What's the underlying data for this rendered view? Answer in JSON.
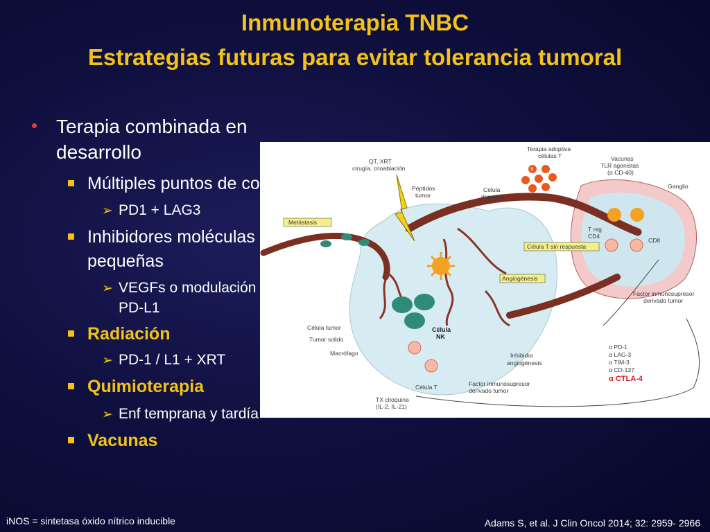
{
  "title": {
    "line1": "Inmunoterapia TNBC",
    "line2": "Estrategias futuras  para evitar tolerancia tumoral"
  },
  "bullets": {
    "main_l1": "Terapia combinada en",
    "main_l2": "desarrollo",
    "multiples": "Múltiples puntos de control",
    "pd1_lag3": "PD1 + LAG3",
    "inhibidores_l1": "Inhibidores moléculas",
    "inhibidores_l2": "pequeñas",
    "vegf_l1": "VEGFs o modulación iNOS +",
    "vegf_l2": "PD-L1",
    "radiacion": "Radiación",
    "pd1_l1_xrt": "PD-1 / L1 + XRT",
    "quimioterapia": "Quimioterapia",
    "enf": "Enf  temprana y tardía",
    "vacunas": "Vacunas"
  },
  "footer": {
    "note": "iNOS = sintetasa óxido nítrico inducible",
    "reference": "Adams S, et al. J Clin Oncol 2014; 32: 2959- 2966"
  },
  "diagram": {
    "qt_xrt_l1": "QT, XRT",
    "qt_xrt_l2": "cirugía, crioablación",
    "terapia_l1": "Terapia adoptiva",
    "terapia_l2": "células T",
    "vacunas_l1": "Vacunas",
    "vacunas_l2": "TLR agonistas",
    "vacunas_l3": "(α CD-40)",
    "ganglio": "Ganglio",
    "peptidos_l1": "Péptidos",
    "peptidos_l2": "tumor",
    "celula_dendrica_l1": "Célula",
    "celula_dendrica_l2": "dendrica",
    "metastasis": "Metástasis",
    "treg_l1": "T reg",
    "treg_l2": "CD4",
    "cd8": "CD8",
    "sin_respuesta": "Célula T sin respuesta",
    "angiogenesis": "Angiogénesis",
    "factor_ganglio_l1": "Factor inmunosupresor",
    "factor_ganglio_l2": "derivado tumor",
    "celula_tumor": "Célula tumor",
    "tumor_solido": "Tumor solido",
    "macrofago": "Macrófago",
    "celula_nk_l1": "Célula",
    "celula_nk_l2": "NK",
    "inhibidor_l1": "Inhibidor",
    "inhibidor_l2": "angiogénesis",
    "celula_t": "Célula T",
    "factor_tumor_l1": "Factor inmunosupresor",
    "factor_tumor_l2": "derivado tumor",
    "tx_l1": "TX citoquina",
    "tx_l2": "(IL-2, IL-21)",
    "pd1": "α PD-1",
    "lag3": "α LAG-3",
    "tim3": "α TIM-3",
    "cd137": "α CD-137",
    "ctla4": "α CTLA-4",
    "t_letter": "T"
  },
  "colors": {
    "title": "#f2c21b",
    "bullet_dot": "#e03a3a",
    "background": "#101040"
  }
}
